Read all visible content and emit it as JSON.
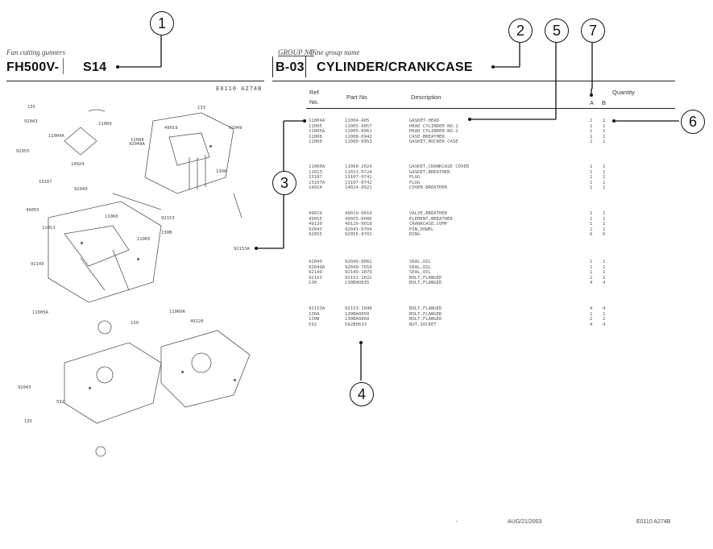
{
  "header": {
    "model_caption": "Fan cutting gunners",
    "model": "FH500V-",
    "model_suffix": "S14",
    "group_no_caption": "GROUP NO",
    "group_name_caption": "Fine group name",
    "group_no": "B-03",
    "group_name": "CYLINDER/CRANKCASE",
    "figure_code": "E0110 A274B"
  },
  "callouts": [
    "1",
    "2",
    "3",
    "4",
    "5",
    "6",
    "7"
  ],
  "table": {
    "col_ref_line1": "Ref",
    "col_ref_line2": "No.",
    "col_part_no": "Part No.",
    "col_description": "Description",
    "col_qty": "Quantity",
    "col_a": "A",
    "col_b": "B",
    "groups": [
      {
        "rows": [
          {
            "ref": "11004A",
            "part": "11004-A05",
            "desc": "GASKET-HEAD",
            "a": "2",
            "b": "2"
          },
          {
            "ref": "11005",
            "part": "11005-0957",
            "desc": "HEAD CYLINDER NO.1",
            "a": "1",
            "b": "1"
          },
          {
            "ref": "11005A",
            "part": "11005-0961",
            "desc": "HEAD CYLINDER NO.2",
            "a": "1",
            "b": "1"
          },
          {
            "ref": "11008",
            "part": "11008-0942",
            "desc": "CASE-BREATHER",
            "a": "1",
            "b": "1"
          },
          {
            "ref": "11060",
            "part": "11060-0953",
            "desc": "GASKET,ROCKER CASE",
            "a": "2",
            "b": "2"
          }
        ]
      },
      {
        "rows": [
          {
            "ref": "11060A",
            "part": "11060-2024",
            "desc": "GASKET,CRANKCASE COVER",
            "a": "1",
            "b": "1"
          },
          {
            "ref": "11013",
            "part": "11013-0724",
            "desc": "GASKET,BREATHER",
            "a": "1",
            "b": "1"
          },
          {
            "ref": "13107",
            "part": "13107-0741",
            "desc": "PLUG",
            "a": "1",
            "b": "1"
          },
          {
            "ref": "13107A",
            "part": "13107-0742",
            "desc": "PLUG",
            "a": "1",
            "b": "1"
          },
          {
            "ref": "14024",
            "part": "14024-0921",
            "desc": "COVER-BREATHER",
            "a": "1",
            "b": "1"
          }
        ]
      },
      {
        "rows": [
          {
            "ref": "49019",
            "part": "49019-0014",
            "desc": "VALVE,BREATHER",
            "a": "1",
            "b": "1"
          },
          {
            "ref": "49055",
            "part": "49055-0006",
            "desc": "ELEMENT,BREATHER",
            "a": "1",
            "b": "1"
          },
          {
            "ref": "49120",
            "part": "49120-0018",
            "desc": "CRANKCASE,COMP",
            "a": "1",
            "b": "1"
          },
          {
            "ref": "92043",
            "part": "92043-0704",
            "desc": "PIN,DOWEL",
            "a": "2",
            "b": "2"
          },
          {
            "ref": "92055",
            "part": "92055-0701",
            "desc": "RING",
            "a": "6",
            "b": "6"
          }
        ]
      },
      {
        "rows": [
          {
            "ref": "92049",
            "part": "92049-0062",
            "desc": "SEAL,OIL",
            "a": "1",
            "b": "1"
          },
          {
            "ref": "92049A",
            "part": "92049-7010",
            "desc": "SEAL,OIL",
            "a": "1",
            "b": "1"
          },
          {
            "ref": "92149",
            "part": "92149-1079",
            "desc": "SEAL,OIL",
            "a": "1",
            "b": "1"
          },
          {
            "ref": "92153",
            "part": "92153-1022",
            "desc": "BOLT,FLANGED",
            "a": "2",
            "b": "2"
          },
          {
            "ref": "130",
            "part": "130BA0835",
            "desc": "BOLT,FLANGED",
            "a": "4",
            "b": "4"
          }
        ]
      },
      {
        "rows": [
          {
            "ref": "92153A",
            "part": "92153-1040",
            "desc": "BOLT,FLANGED",
            "a": "4",
            "b": "4"
          },
          {
            "ref": "130A",
            "part": "130BA0850",
            "desc": "BOLT,FLANGED",
            "a": "1",
            "b": "1"
          },
          {
            "ref": "130B",
            "part": "130BA0860",
            "desc": "BOLT,FLANGED",
            "a": "2",
            "b": "2"
          },
          {
            "ref": "592",
            "part": "592B0633",
            "desc": "NUT,SOCKET",
            "a": "4",
            "b": "4"
          }
        ]
      }
    ]
  },
  "diagram_labels": [
    "135",
    "92043",
    "11004",
    "11004A",
    "92055",
    "49019",
    "92049",
    "11008",
    "92049A",
    "14024",
    "133",
    "13107",
    "130A",
    "49055",
    "11060",
    "92153",
    "11005",
    "11013",
    "92049",
    "130B",
    "92153A",
    "92149",
    "11005A",
    "11060A",
    "130",
    "49120",
    "92043",
    "592",
    "135"
  ],
  "footer": {
    "mark": "-",
    "date": "AUG/21/2003",
    "code": "E0110 A274B"
  }
}
